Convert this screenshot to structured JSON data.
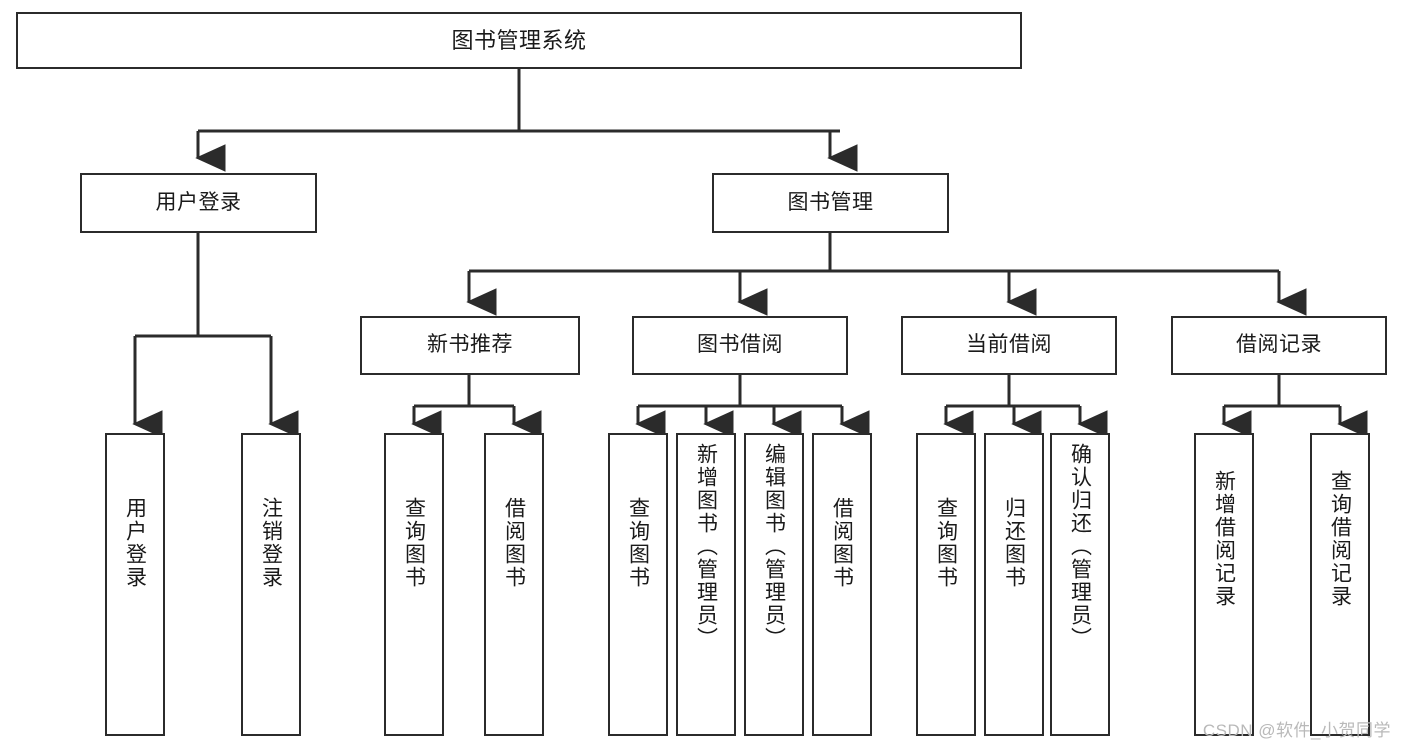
{
  "diagram": {
    "title": "图书管理系统",
    "type": "hierarchy-tree",
    "colors": {
      "box_border": "#2b2b2b",
      "box_fill": "#ffffff",
      "edge": "#2b2b2b",
      "text": "#1a1a1a",
      "watermark": "#b9b9b9",
      "background": "#ffffff"
    },
    "nodes": {
      "root": {
        "label": "图书管理系统"
      },
      "level2": [
        {
          "label": "用户登录"
        },
        {
          "label": "图书管理"
        }
      ],
      "level3": [
        {
          "label": "新书推荐"
        },
        {
          "label": "图书借阅"
        },
        {
          "label": "当前借阅"
        },
        {
          "label": "借阅记录"
        }
      ],
      "leaves_user_login": [
        {
          "label": "用户登录"
        },
        {
          "label": "注销登录"
        }
      ],
      "leaves_new_book": [
        {
          "label": "查询图书"
        },
        {
          "label": "借阅图书"
        }
      ],
      "leaves_borrow": [
        {
          "label": "查询图书"
        },
        {
          "label": "新增图书（管理员）"
        },
        {
          "label": "编辑图书（管理员）"
        },
        {
          "label": "借阅图书"
        }
      ],
      "leaves_current": [
        {
          "label": "查询图书"
        },
        {
          "label": "归还图书"
        },
        {
          "label": "确认归还（管理员）"
        }
      ],
      "leaves_records": [
        {
          "label": "新增借阅记录"
        },
        {
          "label": "查询借阅记录"
        }
      ]
    },
    "watermark": "CSDN @软件_小贺同学"
  }
}
